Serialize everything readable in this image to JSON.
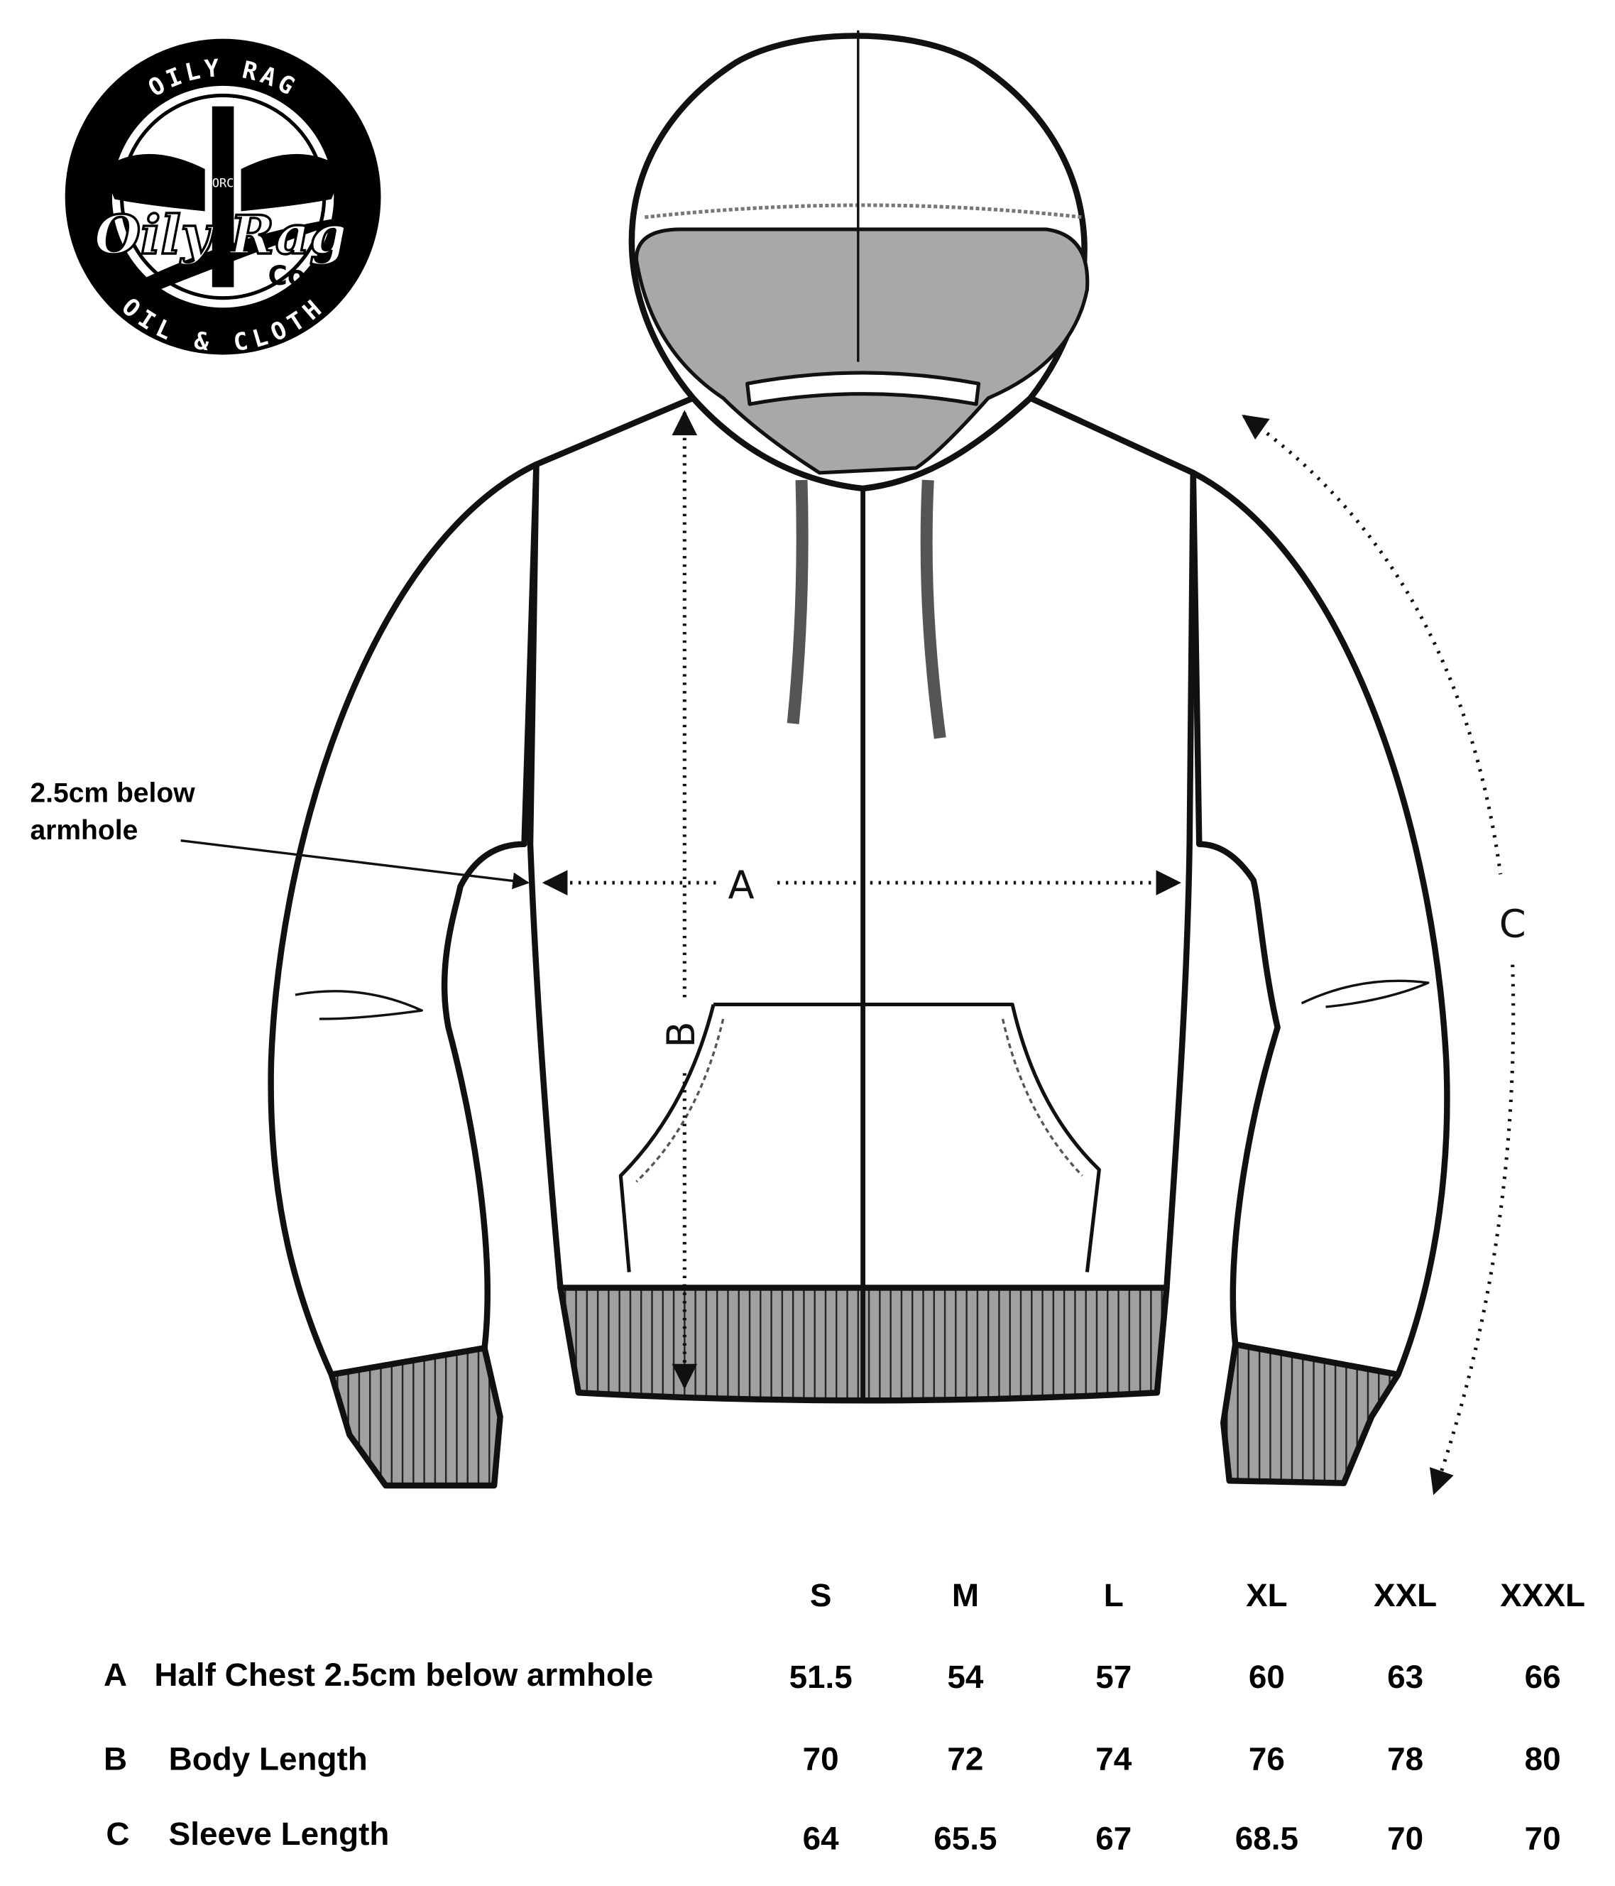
{
  "logo": {
    "top_text": "OILY RAG",
    "bottom_text": "OIL & CLOTH",
    "script_text": "Oily Rag",
    "badge_text": "ORC",
    "co_text": "Co"
  },
  "diagram": {
    "annotation": [
      "2.5cm below",
      "armhole"
    ],
    "measure_a": "A",
    "measure_b": "B",
    "measure_c": "C",
    "hood_lining_color": "#a8a8a8",
    "rib_color": "#a0a0a0"
  },
  "size_table": {
    "sizes": [
      "S",
      "M",
      "L",
      "XL",
      "XXL",
      "XXXL"
    ],
    "rows": [
      {
        "key": "A",
        "label": "Half Chest 2.5cm below armhole",
        "values": [
          "51.5",
          "54",
          "57",
          "60",
          "63",
          "66"
        ]
      },
      {
        "key": "B",
        "label": "Body Length",
        "values": [
          "70",
          "72",
          "74",
          "76",
          "78",
          "80"
        ]
      },
      {
        "key": "C",
        "label": "Sleeve Length",
        "values": [
          "64",
          "65.5",
          "67",
          "68.5",
          "70",
          "70"
        ]
      }
    ]
  }
}
